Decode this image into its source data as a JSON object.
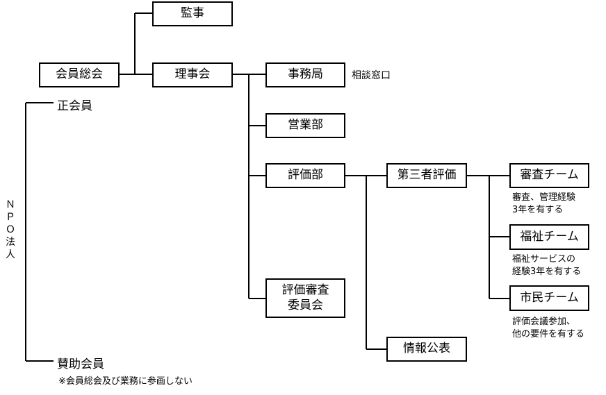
{
  "nodes": {
    "kanji": "監事",
    "sokai": "会員総会",
    "rijikai": "理事会",
    "jimukyoku": "事務局",
    "eigyobu": "営業部",
    "hyokabu": "評価部",
    "shinsa_iinkai_line1": "評価審査",
    "shinsa_iinkai_line2": "委員会",
    "daisansha": "第三者評価",
    "joho": "情報公表",
    "shinsa_team": "審査チーム",
    "fukushi_team": "福祉チーム",
    "shimin_team": "市民チーム"
  },
  "labels": {
    "sodan": "相談窓口",
    "seikaiin": "正会員",
    "sanjo": "賛助会員",
    "sanjo_note": "※会員総会及び業務に参画しない",
    "npo_chars": [
      "Ｎ",
      "Ｐ",
      "Ｏ",
      "法",
      "人"
    ]
  },
  "notes": {
    "shinsa_line1": "審査、管理経験",
    "shinsa_line2": "3年を有する",
    "fukushi_line1": "福祉サービスの",
    "fukushi_line2": "経験3年を有する",
    "shimin_line1": "評価会議参加、",
    "shimin_line2": "他の要件を有する"
  }
}
